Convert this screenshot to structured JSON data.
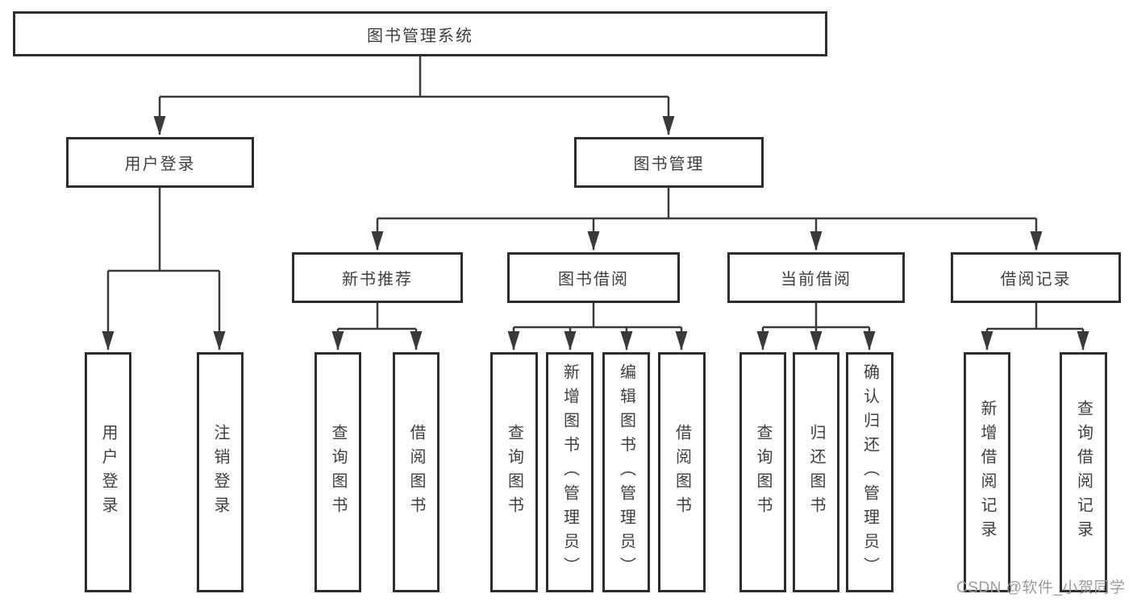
{
  "diagram": {
    "root": {
      "label": "图书管理系统",
      "children": [
        {
          "label": "用户登录",
          "children": [
            {
              "label": "用户登录"
            },
            {
              "label": "注销登录"
            }
          ]
        },
        {
          "label": "图书管理",
          "children": [
            {
              "label": "新书推荐",
              "children": [
                {
                  "label": "查询图书"
                },
                {
                  "label": "借阅图书"
                }
              ]
            },
            {
              "label": "图书借阅",
              "children": [
                {
                  "label": "查询图书"
                },
                {
                  "label": "新增图书（管理员）"
                },
                {
                  "label": "编辑图书（管理员）"
                },
                {
                  "label": "借阅图书"
                }
              ]
            },
            {
              "label": "当前借阅",
              "children": [
                {
                  "label": "查询图书"
                },
                {
                  "label": "归还图书"
                },
                {
                  "label": "确认归还（管理员）"
                }
              ]
            },
            {
              "label": "借阅记录",
              "children": [
                {
                  "label": "新增借阅记录"
                },
                {
                  "label": "查询借阅记录"
                }
              ]
            }
          ]
        }
      ]
    }
  },
  "watermark": {
    "text": "CSDN @软件_小贺同学"
  },
  "colors": {
    "background": "#ffffff",
    "line": "#3a3a3a",
    "box_border": "#2e2e2e",
    "box_fill": "#ffffff",
    "text": "#3f3f3f",
    "watermark": "#9c9c9c"
  }
}
